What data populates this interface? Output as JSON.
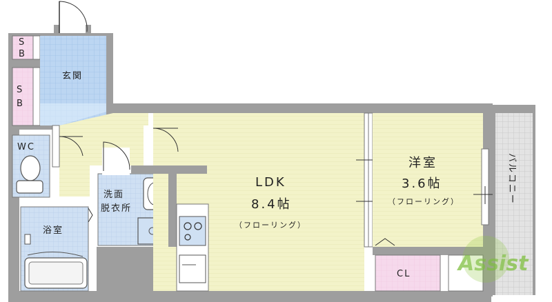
{
  "floorplan": {
    "rooms": {
      "sb_upper": {
        "label_1": "S",
        "label_2": "B"
      },
      "sb_lower": {
        "label_1": "S",
        "label_2": "B"
      },
      "entrance": {
        "label": "玄関"
      },
      "wc": {
        "label": "WC"
      },
      "washroom": {
        "label_1": "洗面",
        "label_2": "脱衣所"
      },
      "bath": {
        "label": "浴室"
      },
      "ldk": {
        "label": "LDK",
        "size": "8.4帖",
        "floor": "（フローリング）"
      },
      "western": {
        "label": "洋室",
        "size": "3.6帖",
        "floor": "（フローリング）"
      },
      "closet": {
        "label": "CL"
      },
      "balcony": {
        "label": "バルコニー"
      }
    },
    "watermark": {
      "text": "Assist"
    },
    "colors": {
      "wall": "#9e9e9e",
      "wall_dark": "#8a8a8a",
      "ldk_floor": "#f3f3c9",
      "wet_area": "#cfe0f3",
      "entrance_tile": "#bcd6f2",
      "storage_pink": "#f6d9ec",
      "balcony_gray": "#d9d9d9",
      "watermark_green": "#7fbf3f"
    }
  }
}
